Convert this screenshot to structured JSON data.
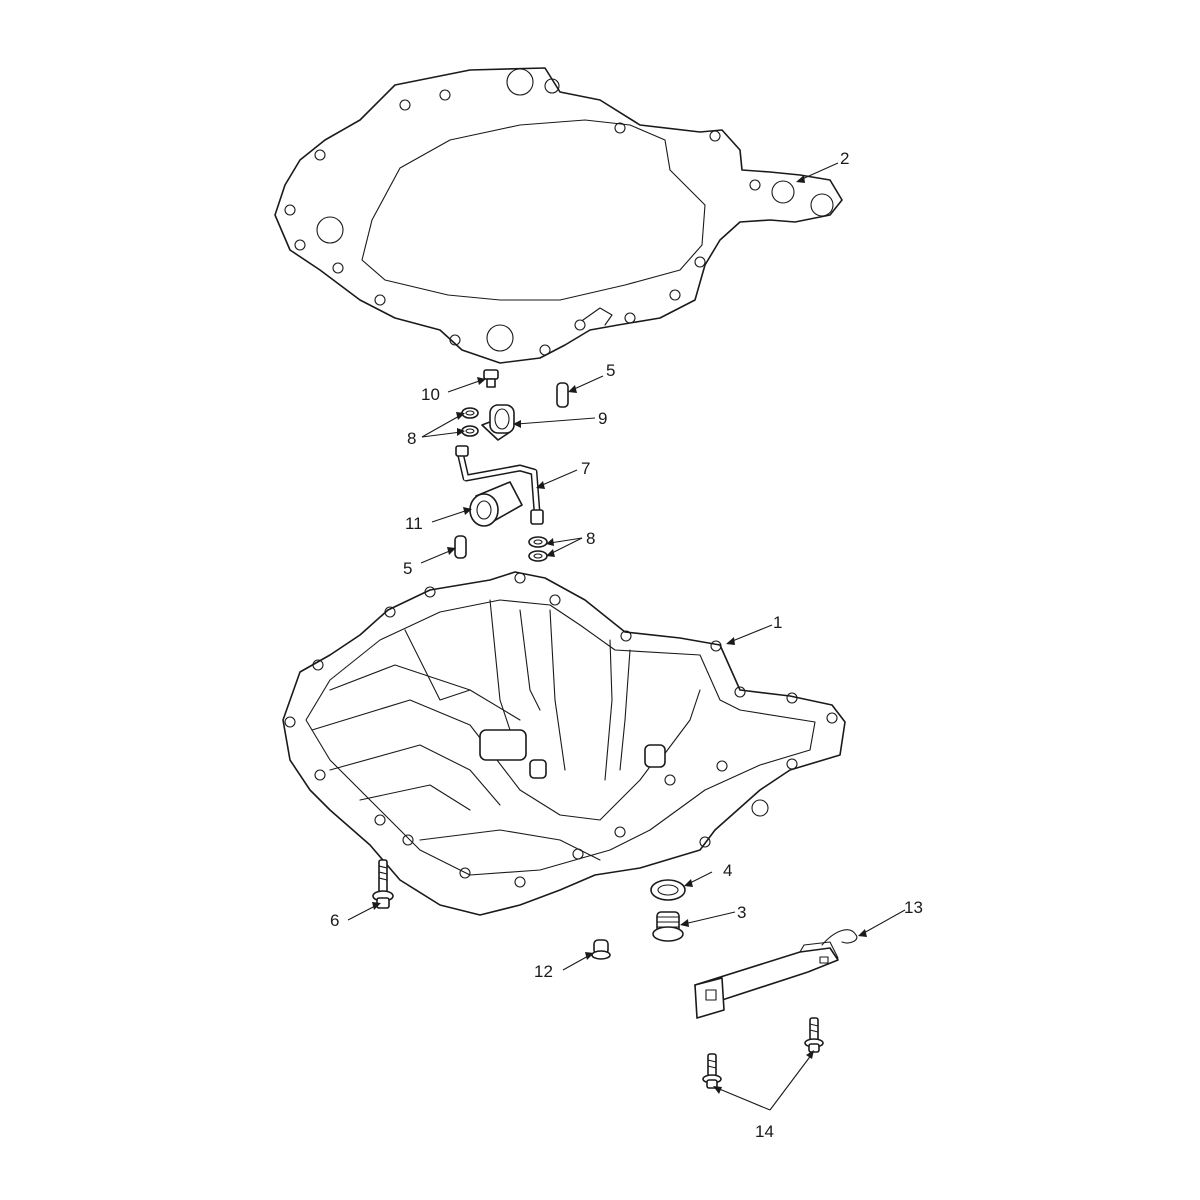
{
  "callouts": [
    {
      "id": "c1",
      "label": "1"
    },
    {
      "id": "c2",
      "label": "2"
    },
    {
      "id": "c3",
      "label": "3"
    },
    {
      "id": "c4",
      "label": "4"
    },
    {
      "id": "c5a",
      "label": "5"
    },
    {
      "id": "c5b",
      "label": "5"
    },
    {
      "id": "c6",
      "label": "6"
    },
    {
      "id": "c7",
      "label": "7"
    },
    {
      "id": "c8a",
      "label": "8"
    },
    {
      "id": "c8b",
      "label": "8"
    },
    {
      "id": "c9",
      "label": "9"
    },
    {
      "id": "c10",
      "label": "10"
    },
    {
      "id": "c11",
      "label": "11"
    },
    {
      "id": "c12",
      "label": "12"
    },
    {
      "id": "c13",
      "label": "13"
    },
    {
      "id": "c14",
      "label": "14"
    }
  ],
  "colors": {
    "line": "#1a1a1a",
    "background": "#ffffff"
  }
}
